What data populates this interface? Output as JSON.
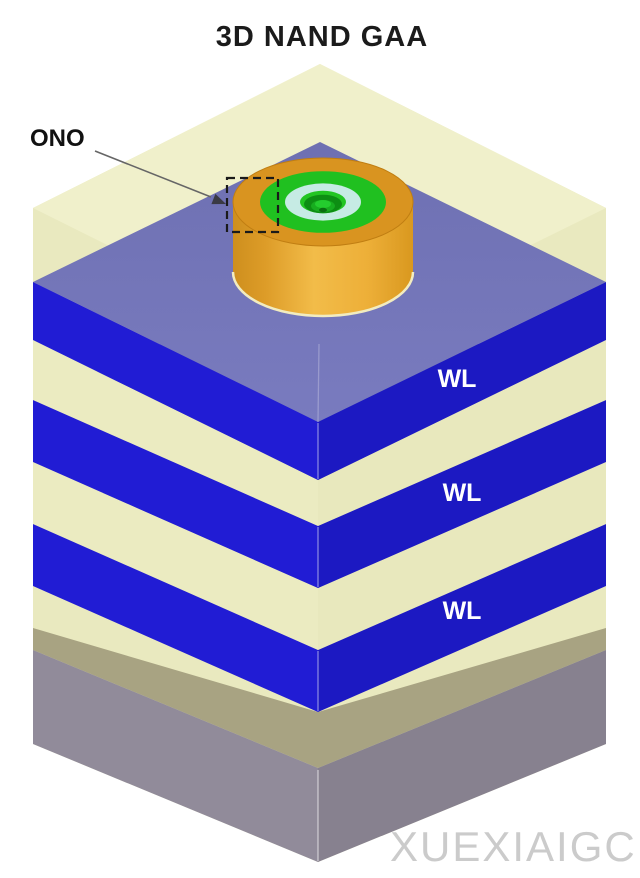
{
  "title": "3D NAND GAA",
  "annotations": {
    "ono_label": "ONO",
    "wl_labels": [
      "WL",
      "WL",
      "WL"
    ]
  },
  "watermark": "XUEXIAIGC",
  "colors": {
    "wordline_blue_left": "#211CD4",
    "wordline_blue_right": "#1C19C2",
    "stack_top_slate": "#7173B6",
    "oxide_cream_wall": "#E9E9BF",
    "oxide_cream_top": "#F0F0CB",
    "oxide_cream_wedge": "#EBEBC1",
    "substrate_top_olive": "#A8A382",
    "substrate_gray_left": "#918B9A",
    "substrate_gray_right": "#87818F",
    "channel_orange": "#E8A832",
    "ono_green": "#1FC41F",
    "ono_cyan": "#C6EBE4",
    "ono_recess_green": "#0D8E13",
    "annotation_ink": "#1a1a1a"
  }
}
